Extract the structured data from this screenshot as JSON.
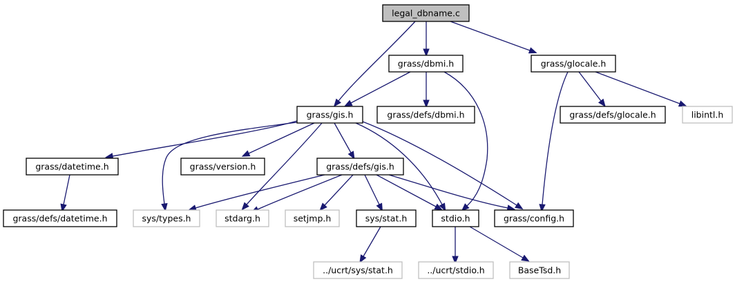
{
  "diagram": {
    "title": "legal_dbname.c",
    "colors": {
      "edge": "#191970",
      "root_fill": "#bfbfbf",
      "node_border": "#000000",
      "external_border": "#bfbfbf"
    },
    "nodes": [
      {
        "id": "legal_dbname",
        "label": "legal_dbname.c",
        "kind": "root"
      },
      {
        "id": "dbmi_h",
        "label": "grass/dbmi.h",
        "kind": "documented"
      },
      {
        "id": "glocale_h",
        "label": "grass/glocale.h",
        "kind": "documented"
      },
      {
        "id": "gis_h",
        "label": "grass/gis.h",
        "kind": "documented"
      },
      {
        "id": "defs_dbmi_h",
        "label": "grass/defs/dbmi.h",
        "kind": "documented"
      },
      {
        "id": "defs_glocale_h",
        "label": "grass/defs/glocale.h",
        "kind": "documented"
      },
      {
        "id": "libintl_h",
        "label": "libintl.h",
        "kind": "external"
      },
      {
        "id": "datetime_h",
        "label": "grass/datetime.h",
        "kind": "documented"
      },
      {
        "id": "version_h",
        "label": "grass/version.h",
        "kind": "documented"
      },
      {
        "id": "defs_gis_h",
        "label": "grass/defs/gis.h",
        "kind": "documented"
      },
      {
        "id": "defs_datetime_h",
        "label": "grass/defs/datetime.h",
        "kind": "documented"
      },
      {
        "id": "sys_types_h",
        "label": "sys/types.h",
        "kind": "external"
      },
      {
        "id": "stdarg_h",
        "label": "stdarg.h",
        "kind": "external"
      },
      {
        "id": "setjmp_h",
        "label": "setjmp.h",
        "kind": "external"
      },
      {
        "id": "sys_stat_h",
        "label": "sys/stat.h",
        "kind": "documented"
      },
      {
        "id": "stdio_h",
        "label": "stdio.h",
        "kind": "documented"
      },
      {
        "id": "config_h",
        "label": "grass/config.h",
        "kind": "documented"
      },
      {
        "id": "ucrt_sys_stat_h",
        "label": "../ucrt/sys/stat.h",
        "kind": "external"
      },
      {
        "id": "ucrt_stdio_h",
        "label": "../ucrt/stdio.h",
        "kind": "external"
      },
      {
        "id": "basetsd_h",
        "label": "BaseTsd.h",
        "kind": "external"
      }
    ],
    "edges": [
      {
        "from": "legal_dbname",
        "to": "gis_h"
      },
      {
        "from": "legal_dbname",
        "to": "dbmi_h"
      },
      {
        "from": "legal_dbname",
        "to": "glocale_h"
      },
      {
        "from": "dbmi_h",
        "to": "gis_h"
      },
      {
        "from": "dbmi_h",
        "to": "defs_dbmi_h"
      },
      {
        "from": "dbmi_h",
        "to": "stdio_h"
      },
      {
        "from": "glocale_h",
        "to": "config_h"
      },
      {
        "from": "glocale_h",
        "to": "defs_glocale_h"
      },
      {
        "from": "glocale_h",
        "to": "libintl_h"
      },
      {
        "from": "gis_h",
        "to": "datetime_h"
      },
      {
        "from": "gis_h",
        "to": "sys_types_h"
      },
      {
        "from": "gis_h",
        "to": "version_h"
      },
      {
        "from": "gis_h",
        "to": "stdarg_h"
      },
      {
        "from": "gis_h",
        "to": "defs_gis_h"
      },
      {
        "from": "gis_h",
        "to": "stdio_h"
      },
      {
        "from": "gis_h",
        "to": "config_h"
      },
      {
        "from": "datetime_h",
        "to": "defs_datetime_h"
      },
      {
        "from": "defs_gis_h",
        "to": "sys_types_h"
      },
      {
        "from": "defs_gis_h",
        "to": "stdarg_h"
      },
      {
        "from": "defs_gis_h",
        "to": "setjmp_h"
      },
      {
        "from": "defs_gis_h",
        "to": "sys_stat_h"
      },
      {
        "from": "defs_gis_h",
        "to": "stdio_h"
      },
      {
        "from": "defs_gis_h",
        "to": "config_h"
      },
      {
        "from": "sys_stat_h",
        "to": "ucrt_sys_stat_h"
      },
      {
        "from": "stdio_h",
        "to": "ucrt_stdio_h"
      },
      {
        "from": "stdio_h",
        "to": "basetsd_h"
      }
    ]
  }
}
